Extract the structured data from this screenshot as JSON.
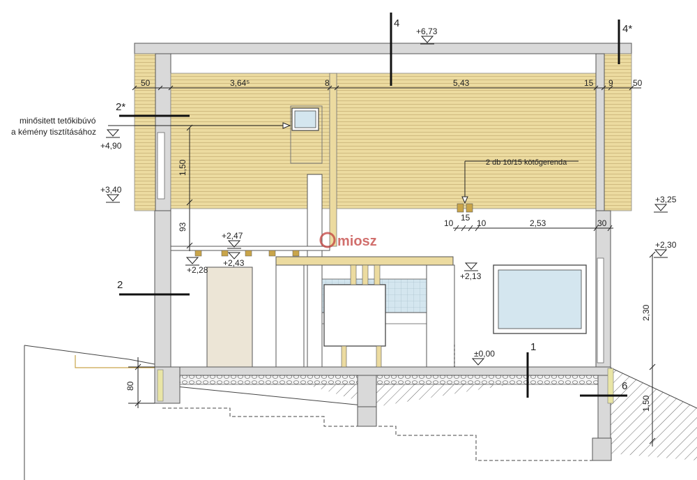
{
  "section_marks": {
    "cut_4": "4",
    "cut_4_star": "4*",
    "cut_2_star": "2*",
    "cut_2": "2",
    "cut_1": "1",
    "cut_6": "6"
  },
  "levels": {
    "ridge": "+6,73",
    "l_4_90": "+4,90",
    "l_3_40": "+3,40",
    "l_3_25": "+3,25",
    "l_2_30": "+2,30",
    "l_2_47": "+2,47",
    "l_2_28": "+2,28",
    "l_2_43": "+2,43",
    "l_2_13": "+2,13",
    "l_0_00": "±0,00"
  },
  "dimensions": {
    "top_50_left": "50",
    "top_3_64": "3,64⁵",
    "top_8": "8",
    "top_5_43": "5,43",
    "top_15": "15",
    "top_9": "9",
    "top_50_right": "50",
    "v_1_50": "1,50",
    "v_93": "93",
    "beam_15": "15",
    "beam_10_a": "10",
    "beam_10_b": "10",
    "beam_2_53": "2,53",
    "beam_30": "30",
    "right_2_30": "2,30",
    "right_1_50": "1,50",
    "footing_80": "80"
  },
  "annotations": {
    "roof_hatch_line1": "minősitett tetőkibúvó",
    "roof_hatch_line2": "a kémény tisztításához",
    "tie_beam": "2 db 10/15 kötőgerenda"
  },
  "watermark": "miosz",
  "colors": {
    "wood_fill": "#ecdba0",
    "wood_line": "#c8b277",
    "concrete": "#d9d9d9",
    "outline": "#555555",
    "tile_blue": "#d4e6ef",
    "door_beige": "#ece5d6",
    "insulation": "#e9e5a6",
    "brand_red": "#c2403d"
  }
}
